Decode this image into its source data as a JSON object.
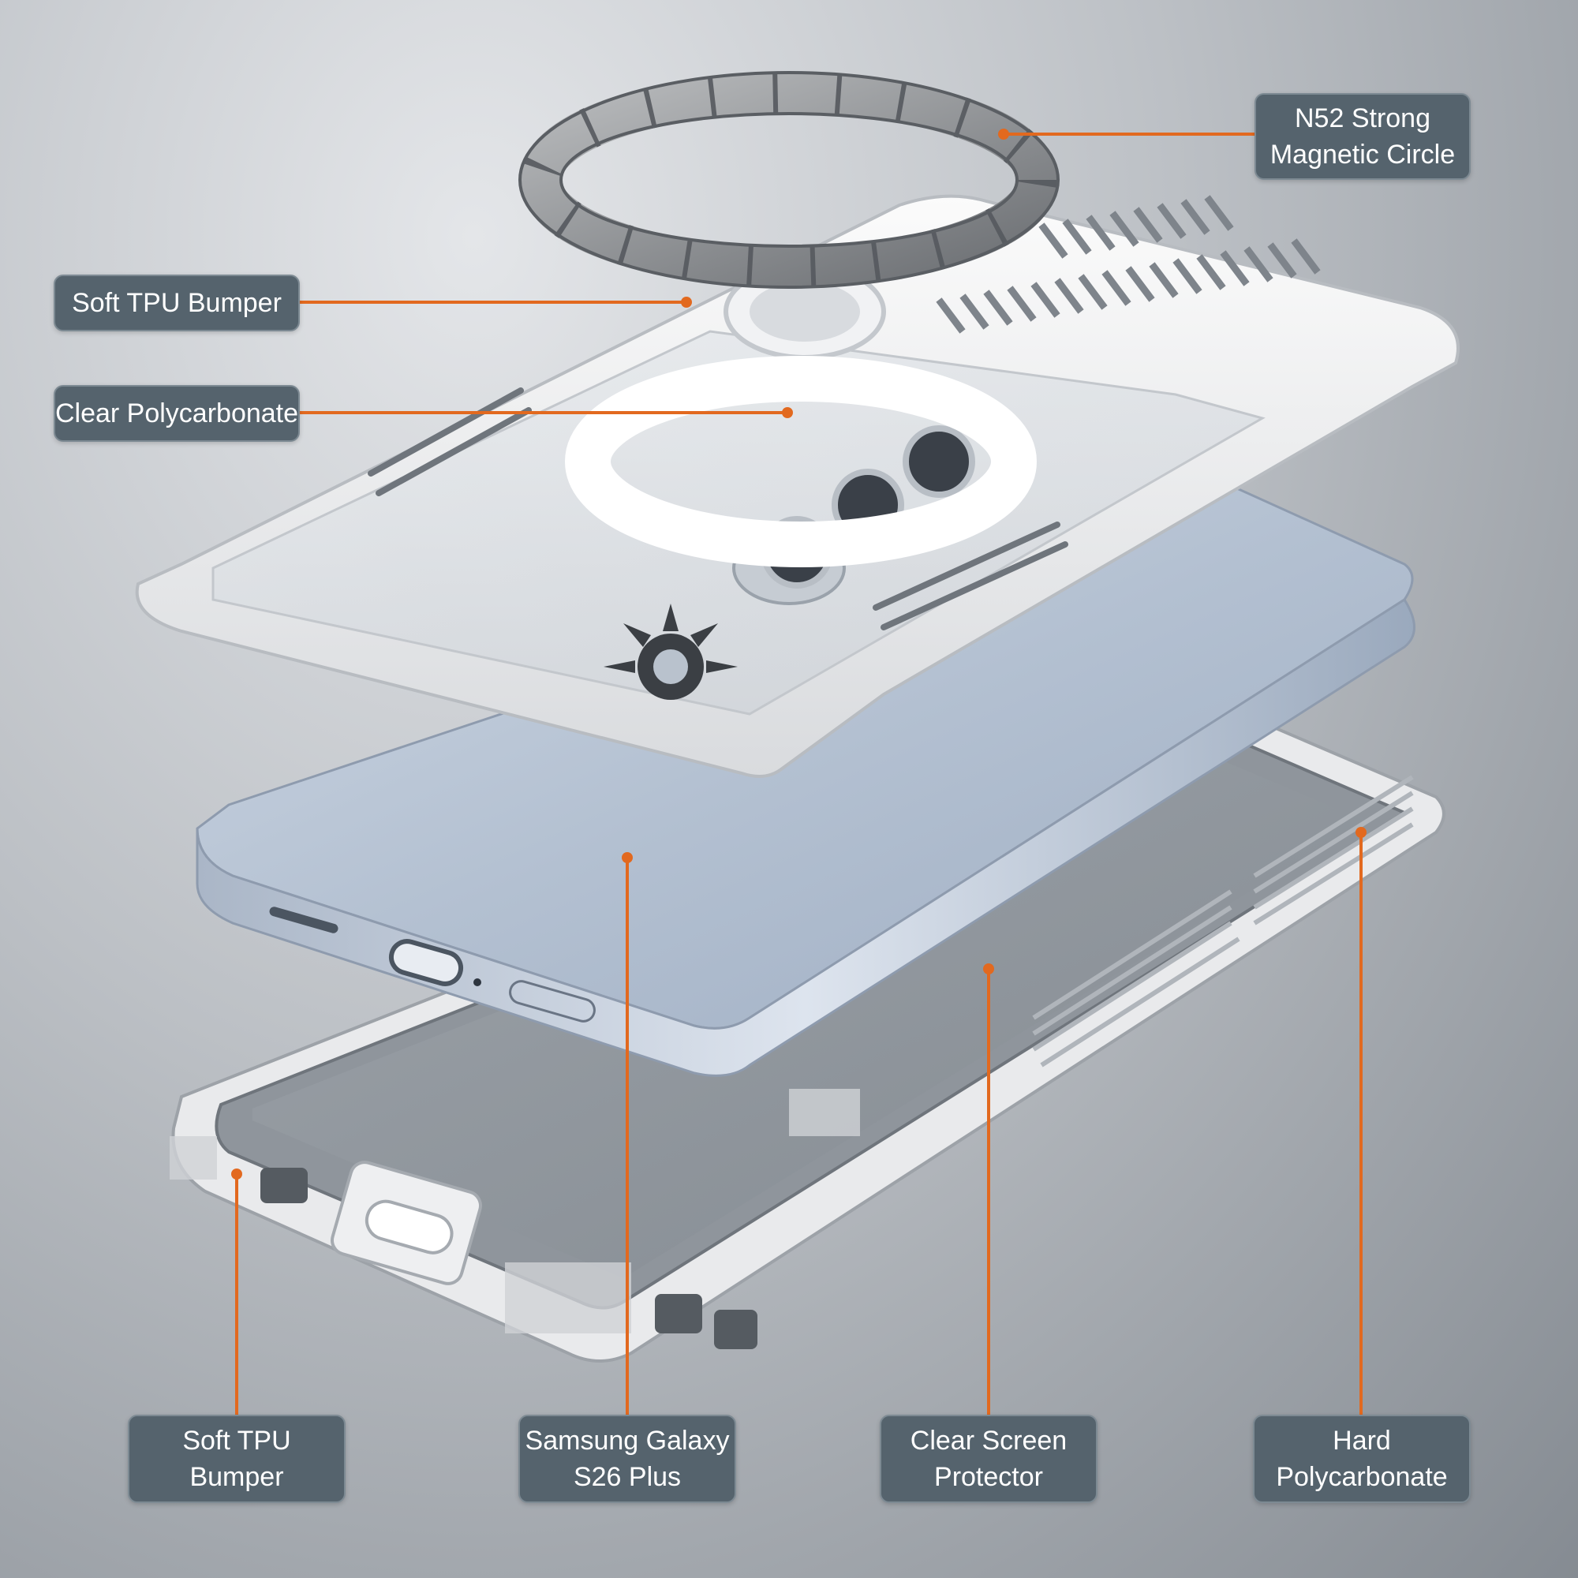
{
  "colors": {
    "label_background": "#55636d",
    "label_text": "#ffffff",
    "leader_line": "#e2691f"
  },
  "callouts": [
    {
      "id": "magnetic-circle",
      "lines": [
        "N52 Strong",
        "Magnetic Circle"
      ]
    },
    {
      "id": "top-soft-tpu-bumper",
      "lines": [
        "Soft TPU Bumper"
      ]
    },
    {
      "id": "clear-polycarbonate",
      "lines": [
        "Clear Polycarbonate"
      ]
    },
    {
      "id": "bottom-soft-tpu-bumper",
      "lines": [
        "Soft TPU",
        "Bumper"
      ]
    },
    {
      "id": "phone",
      "lines": [
        "Samsung Galaxy",
        "S26 Plus"
      ]
    },
    {
      "id": "screen-protector",
      "lines": [
        "Clear Screen",
        "Protector"
      ]
    },
    {
      "id": "hard-polycarbonate",
      "lines": [
        "Hard",
        "Polycarbonate"
      ]
    }
  ]
}
